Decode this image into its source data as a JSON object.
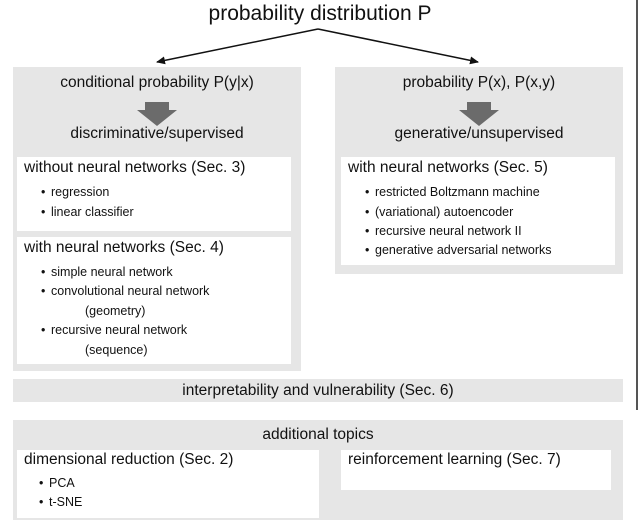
{
  "title": "probability distribution P",
  "left_panel": {
    "title": "conditional probability P(y|x)",
    "subtitle": "discriminative/supervised",
    "box1": {
      "heading": "without neural networks (Sec. 3)",
      "items": [
        "regression",
        "linear classifier"
      ]
    },
    "box2": {
      "heading": "with neural networks (Sec. 4)",
      "items": [
        "simple neural network",
        "convolutional neural network",
        "(geometry)",
        "recursive neural network",
        "(sequence)"
      ]
    }
  },
  "right_panel": {
    "title": "probability P(x), P(x,y)",
    "subtitle": "generative/unsupervised",
    "box1": {
      "heading": "with neural networks (Sec. 5)",
      "items": [
        "restricted Boltzmann machine",
        "(variational) autoencoder",
        "recursive neural network II",
        "generative adversarial networks"
      ]
    }
  },
  "band": "interpretability and vulnerability (Sec. 6)",
  "additional": {
    "title": "additional topics",
    "left_box": {
      "heading": "dimensional reduction (Sec. 2)",
      "items": [
        "PCA",
        "t-SNE"
      ]
    },
    "right_box": {
      "heading": "reinforcement learning (Sec. 7)"
    }
  },
  "bullet_char": "•",
  "colors": {
    "panel": "#e6e6e6",
    "arrow": "#6b6b6b",
    "box": "#ffffff",
    "text": "#111111"
  }
}
